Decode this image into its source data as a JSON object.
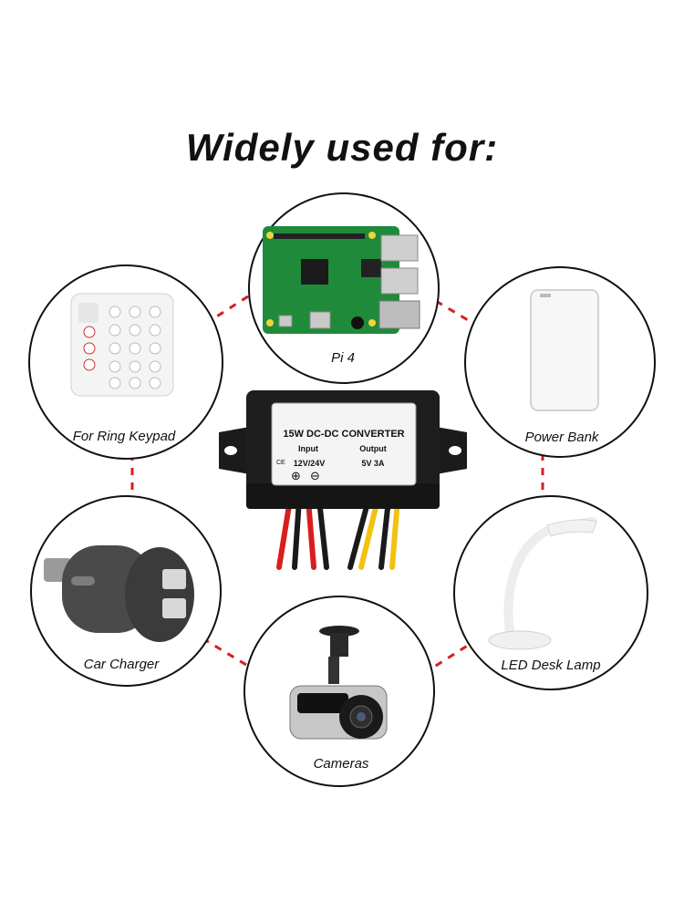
{
  "headline": "Widely used for:",
  "converter": {
    "title": "15W DC-DC CONVERTER",
    "input_label": "Input",
    "input_value": "12V/24V",
    "output_label": "Output",
    "output_value": "5V 3A",
    "mark": "CE",
    "plus_symbol": "⊕",
    "minus_symbol": "⊖"
  },
  "uses": [
    {
      "label": "Pi 4",
      "icon": "raspberry-pi-board-icon"
    },
    {
      "label": "For Ring Keypad",
      "icon": "keypad-icon"
    },
    {
      "label": "Power Bank",
      "icon": "power-bank-icon"
    },
    {
      "label": "Car Charger",
      "icon": "car-charger-icon"
    },
    {
      "label": "LED Desk Lamp",
      "icon": "desk-lamp-icon"
    },
    {
      "label": "Cameras",
      "icon": "dash-camera-icon"
    }
  ],
  "colors": {
    "connector": "#d42020",
    "circle_stroke": "#111111",
    "wire_red": "#d81e1e",
    "wire_yellow": "#f2c20f",
    "wire_black": "#1a1a1a"
  }
}
